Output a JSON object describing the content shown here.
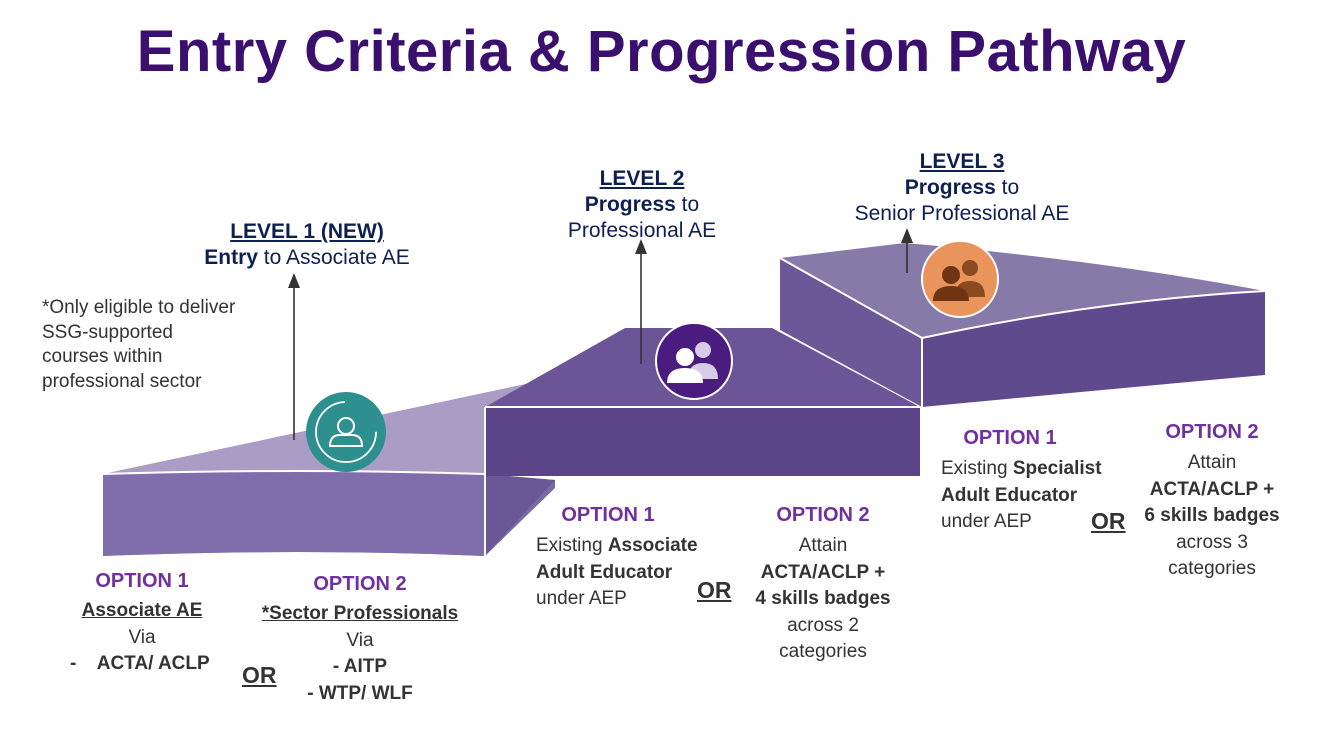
{
  "title": "Entry Criteria & Progression Pathway",
  "note": [
    "*Only eligible to deliver",
    "SSG-supported",
    "courses within",
    "professional sector"
  ],
  "levels": [
    {
      "heading": "LEVEL 1 (NEW)",
      "bold": "Entry",
      "rest": " to Associate AE",
      "icon": "person-icon",
      "icon_color": "#2e8f8f",
      "options": [
        {
          "label": "OPTION 1",
          "subtitle": "Associate AE",
          "lines": [
            "Via",
            "-    ACTA/ ACLP"
          ]
        },
        {
          "label": "OPTION 2",
          "subtitle": "*Sector Professionals",
          "lines": [
            "Via",
            "- AITP",
            "- WTP/ WLF"
          ]
        }
      ],
      "or": "OR"
    },
    {
      "heading": "LEVEL 2",
      "bold": "Progress",
      "rest": " to",
      "line2": "Professional AE",
      "icon": "two-people-icon",
      "icon_color": "#4b1c80",
      "options": [
        {
          "label": "OPTION 1",
          "line1_pre": "Existing ",
          "line1_bold": "Associate",
          "line2": "Adult Educator",
          "line3": "under AEP"
        },
        {
          "label": "OPTION 2",
          "lines": [
            "Attain",
            "ACTA/ACLP +",
            "4 skills badges",
            "across 2",
            "categories"
          ]
        }
      ],
      "or": "OR"
    },
    {
      "heading": "LEVEL 3",
      "bold": "Progress",
      "rest": " to",
      "line2": "Senior Professional AE",
      "icon": "two-people-icon",
      "icon_color": "#e8945a",
      "options": [
        {
          "label": "OPTION 1",
          "line1_pre": "Existing ",
          "line1_bold": "Specialist",
          "line2": "Adult Educator",
          "line3": "under AEP"
        },
        {
          "label": "OPTION 2",
          "lines": [
            "Attain",
            "ACTA/ACLP +",
            "6 skills badges",
            "across 3",
            "categories"
          ]
        }
      ],
      "or": "OR"
    }
  ]
}
